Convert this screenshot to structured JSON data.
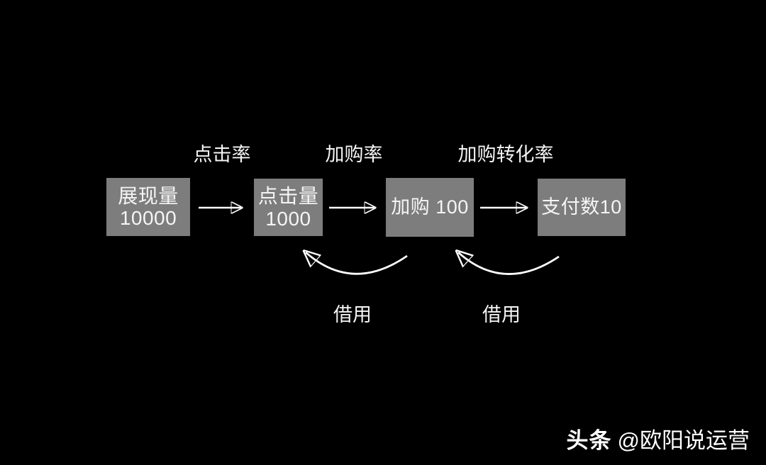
{
  "diagram": {
    "colors": {
      "bg": "#000000",
      "node_fill": "#7d7d7d",
      "text": "#f5f5f5",
      "arrow": "#ffffff"
    },
    "nodes": [
      {
        "name": "impressions",
        "lines": [
          "展现量",
          "10000"
        ]
      },
      {
        "name": "clicks",
        "lines": [
          "点击量",
          "1000"
        ]
      },
      {
        "name": "add-to-cart",
        "lines": [
          "加购 100"
        ]
      },
      {
        "name": "payments",
        "lines": [
          "支付数10"
        ]
      }
    ],
    "rate_labels": [
      {
        "text": "点击率"
      },
      {
        "text": "加购率"
      },
      {
        "text": "加购转化率"
      }
    ],
    "feedback_labels": [
      {
        "text": "借用"
      },
      {
        "text": "借用"
      }
    ]
  },
  "watermark": {
    "brand": "头条",
    "handle": "@欧阳说运营"
  }
}
